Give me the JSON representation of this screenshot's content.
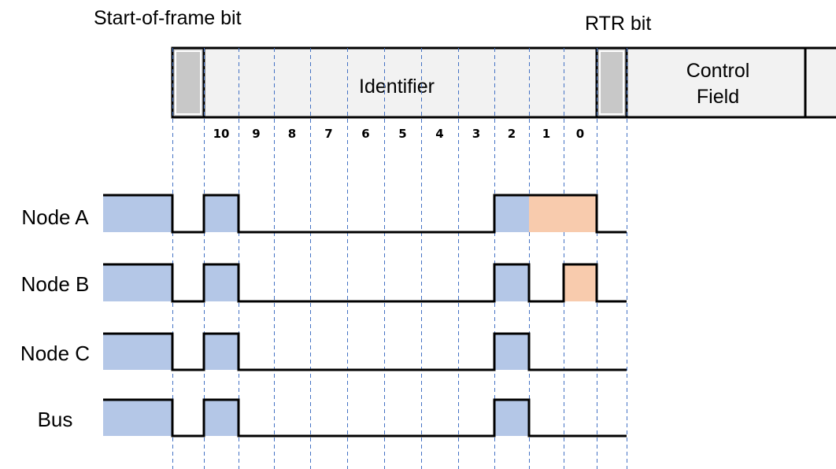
{
  "labels": {
    "sof": "Start-of-frame bit",
    "rtr": "RTR bit"
  },
  "frame": {
    "identifier_label": "Identifier",
    "control_label_line1": "Control",
    "control_label_line2": "Field"
  },
  "bit_numbers": [
    "10",
    "9",
    "8",
    "7",
    "6",
    "5",
    "4",
    "3",
    "2",
    "1",
    "0"
  ],
  "signals": [
    {
      "label": "Node A",
      "bits": [
        0,
        1,
        0,
        0,
        0,
        0,
        0,
        0,
        0,
        1,
        1,
        1,
        0
      ],
      "orange_slots": [
        10,
        11
      ]
    },
    {
      "label": "Node B",
      "bits": [
        0,
        1,
        0,
        0,
        0,
        0,
        0,
        0,
        0,
        1,
        0,
        1,
        0
      ],
      "orange_slots": [
        11
      ]
    },
    {
      "label": "Node C",
      "bits": [
        0,
        1,
        0,
        0,
        0,
        0,
        0,
        0,
        0,
        1,
        0,
        0,
        0
      ],
      "orange_slots": []
    },
    {
      "label": "Bus",
      "bits": [
        0,
        1,
        0,
        0,
        0,
        0,
        0,
        0,
        0,
        1,
        0,
        0,
        0
      ],
      "orange_slots": []
    }
  ],
  "colors": {
    "field_fill": "#f2f2f2",
    "marker_fill": "#c8c8c8",
    "recessive_fill": "#b4c7e7",
    "lost_fill": "#f8cbad",
    "grid_line": "#4472c4",
    "line": "#000000"
  }
}
